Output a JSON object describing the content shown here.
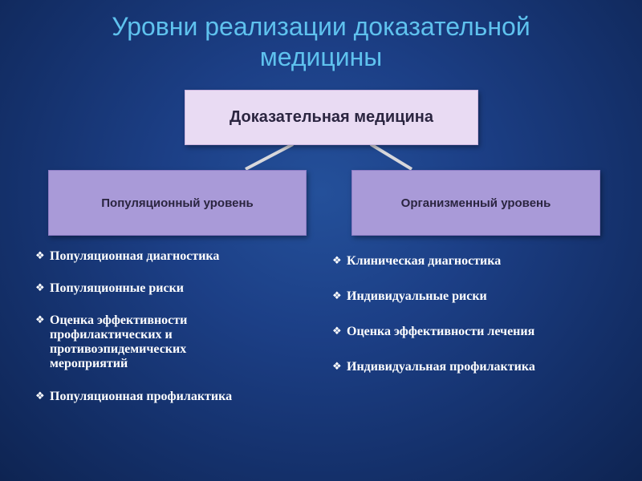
{
  "title": {
    "line1": "Уровни реализации доказательной",
    "line2": "медицины"
  },
  "root": {
    "label": "Доказательная медицина"
  },
  "levels": {
    "population": {
      "label": "Популяционный уровень",
      "items": [
        {
          "lines": [
            "Популяционная диагностика"
          ]
        },
        {
          "lines": [
            "Популяционные риски"
          ]
        },
        {
          "lines": [
            "Оценка эффективности",
            "профилактических и",
            "противоэпидемических",
            "мероприятий"
          ]
        },
        {
          "lines": [
            "Популяционная профилактика"
          ]
        }
      ]
    },
    "organism": {
      "label": "Организменный уровень",
      "items": [
        {
          "lines": [
            "Клиническая диагностика"
          ]
        },
        {
          "lines": [
            "Индивидуальные риски"
          ]
        },
        {
          "lines": [
            "Оценка эффективности лечения"
          ]
        },
        {
          "lines": [
            "Индивидуальная профилактика"
          ]
        }
      ]
    }
  },
  "bullet_icon": "diamond-bullet-icon",
  "colors": {
    "title": "#5fc2ee",
    "root_box": "#e9dbf3",
    "level_box": "#a99ad8",
    "connector": "#d8d8dc"
  }
}
